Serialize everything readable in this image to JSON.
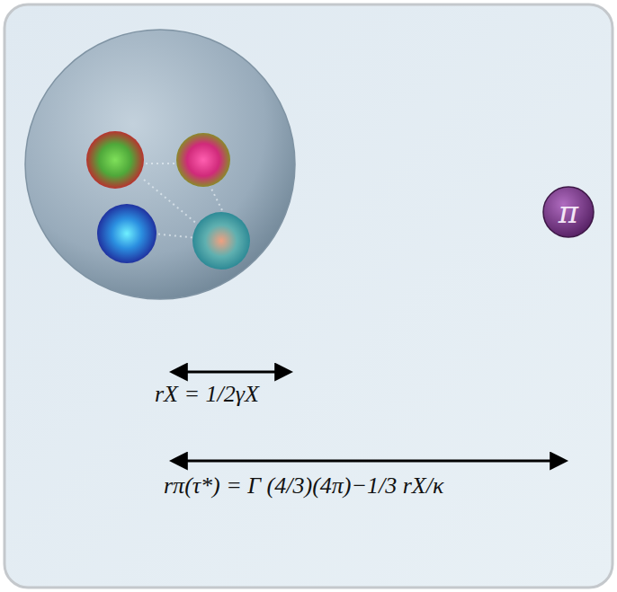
{
  "diagram": {
    "nodes": [
      {
        "text": [
          "π"
        ]
      }
    ],
    "labels": [
      "rX = 1/2γX",
      "rπ(τ*) = Γ (4/3)(4π)−1/3 rX/κ"
    ]
  }
}
